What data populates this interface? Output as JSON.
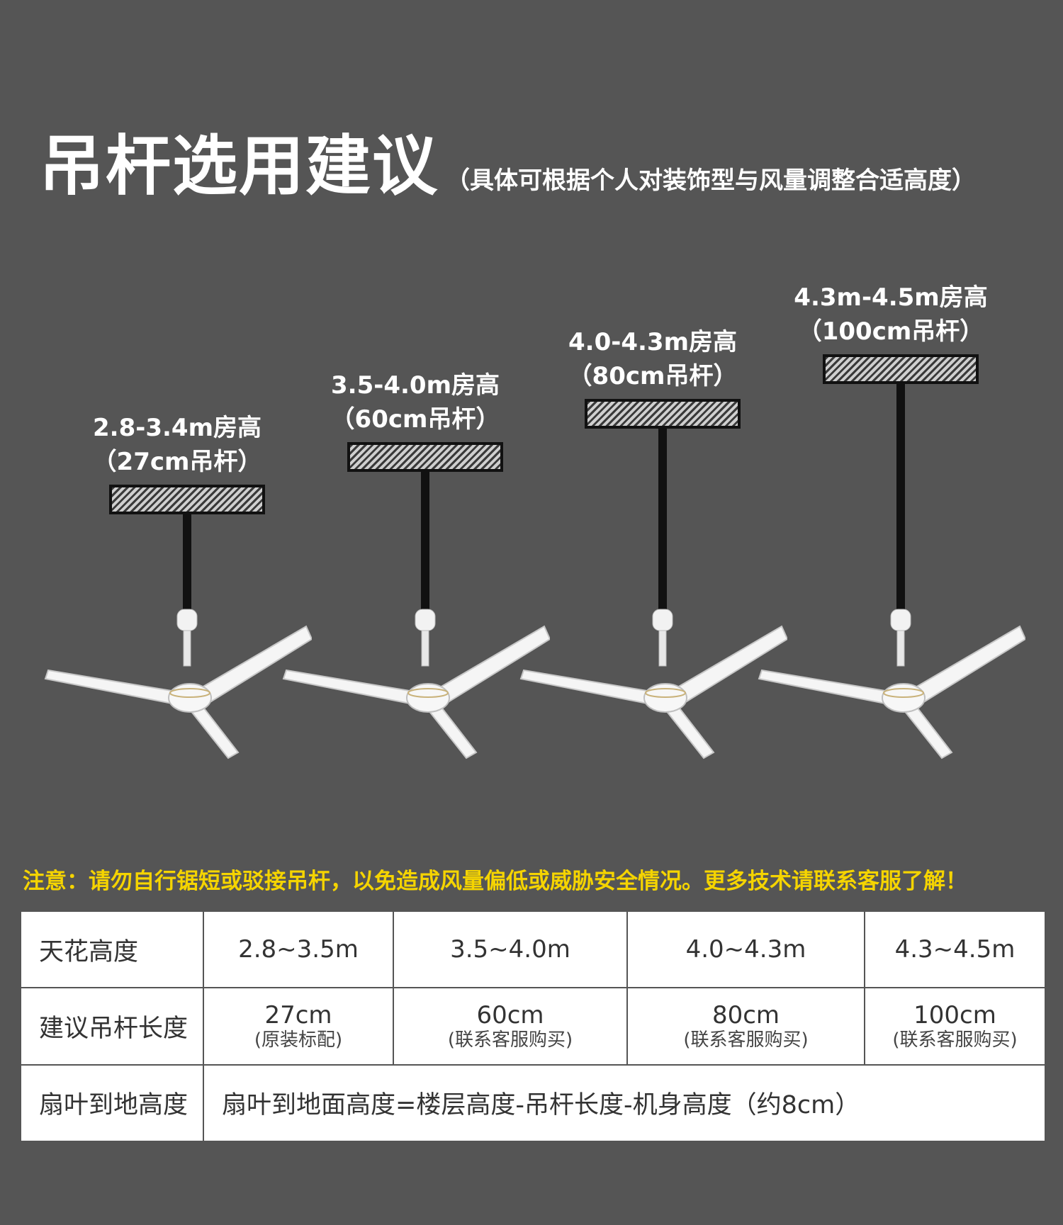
{
  "title": "吊杆选用建议",
  "subtitle": "（具体可根据个人对装饰型与风量调整合适高度）",
  "fans": [
    {
      "range_label": "2.8-3.4m房高",
      "rod_label": "（27cm吊杆）"
    },
    {
      "range_label": "3.5-4.0m房高",
      "rod_label": "（60cm吊杆）"
    },
    {
      "range_label": "4.0-4.3m房高",
      "rod_label": "（80cm吊杆）"
    },
    {
      "range_label": "4.3m-4.5m房高",
      "rod_label": "（100cm吊杆）"
    }
  ],
  "notice": "注意：请勿自行锯短或驳接吊杆，以免造成风量偏低或威胁安全情况。更多技术请联系客服了解！",
  "table": {
    "row1_header": "天花高度",
    "heights": [
      "2.8~3.5m",
      "3.5~4.0m",
      "4.0~4.3m",
      "4.3~4.5m"
    ],
    "row2_header": "建议吊杆长度",
    "rods": [
      {
        "length": "27cm",
        "note": "(原装标配)"
      },
      {
        "length": "60cm",
        "note": "(联系客服购买)"
      },
      {
        "length": "80cm",
        "note": "(联系客服购买)"
      },
      {
        "length": "100cm",
        "note": "(联系客服购买)"
      }
    ],
    "row3_header": "扇叶到地高度",
    "formula": "扇叶到地面高度=楼层高度-吊杆长度-机身高度（约8cm）"
  },
  "colors": {
    "background": "#555555",
    "notice": "#f5d400",
    "formula": "#e02525"
  }
}
